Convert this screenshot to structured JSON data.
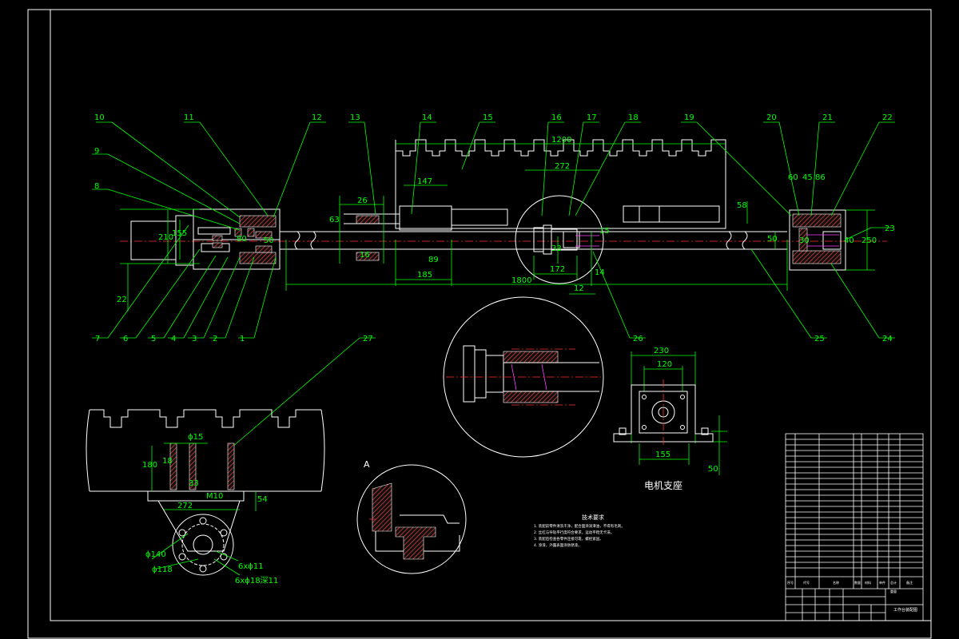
{
  "drawing": {
    "balloons": [
      "1",
      "2",
      "3",
      "4",
      "5",
      "6",
      "7",
      "8",
      "9",
      "10",
      "11",
      "12",
      "13",
      "14",
      "15",
      "16",
      "17",
      "18",
      "19",
      "20",
      "21",
      "22",
      "23",
      "24",
      "25",
      "26",
      "27"
    ],
    "dimensions": {
      "d1200": "1200",
      "d272_top": "272",
      "d147": "147",
      "d26": "26",
      "d63": "63",
      "d16": "16",
      "d185": "185",
      "d89": "89",
      "d1800": "1800",
      "d172": "172",
      "d33": "33",
      "d15": "15",
      "d14": "14",
      "d12": "12",
      "d210": "210",
      "d155": "155",
      "d80": "80",
      "d50l": "50",
      "d22": "22",
      "d58": "58",
      "d60": "60",
      "d45": "45",
      "d86": "86",
      "d30": "30",
      "d40": "40",
      "d250": "250",
      "d50r": "50",
      "d230": "230",
      "d120": "120",
      "d155b": "155",
      "d50b": "50",
      "d_phi15": "ϕ15",
      "d180": "180",
      "d18": "18",
      "d33b": "33",
      "dM10": "M10",
      "d272_bot": "272",
      "d54": "54",
      "d_phi140": "ϕ140",
      "d_phi118": "ϕ118",
      "d6x11": "6xϕ11",
      "d6x18": "6xϕ18深11"
    },
    "motor_seat_title": "电机支座",
    "detail_label": "A",
    "tech_req": {
      "title": "技术要求",
      "lines": [
        "1. 装配前零件清洗干净，配合面涂润滑油，不得有毛刺。",
        "2. 丝杠与导轨平行度符合要求，运动平稳无卡滞。",
        "3. 装配后检查各零件连接可靠，螺栓紧固。",
        "4. 涂漆，外露表面涂防锈漆。"
      ]
    },
    "title_block": {
      "header": [
        "序号",
        "代号",
        "名称",
        "数量",
        "材料",
        "单件",
        "总计",
        "备注"
      ],
      "mass_label": "重量",
      "drawing_name": "工作台装配图"
    }
  }
}
